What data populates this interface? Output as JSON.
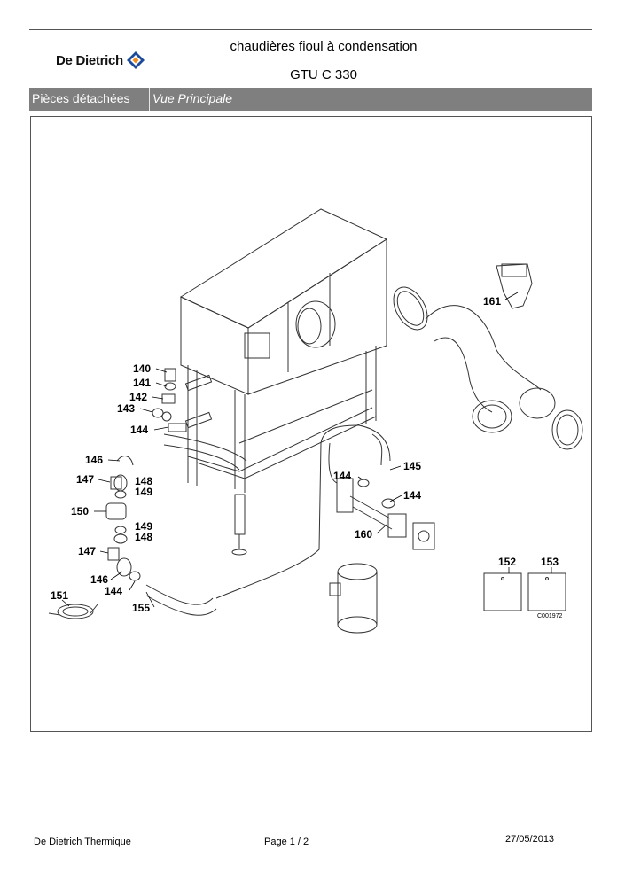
{
  "header": {
    "brand": "De Dietrich",
    "title_line1": "chaudières fioul à condensation",
    "title_line2": "GTU C 330"
  },
  "section": {
    "category": "Pièces détachées",
    "view": "Vue Principale"
  },
  "drawing": {
    "part_labels": [
      "140",
      "141",
      "142",
      "143",
      "144",
      "146",
      "147",
      "148",
      "149",
      "150",
      "149",
      "148",
      "147",
      "146",
      "144",
      "151",
      "155",
      "144",
      "145",
      "144",
      "160",
      "161",
      "152",
      "153"
    ],
    "reference": "C001972"
  },
  "footer": {
    "company": "De Dietrich Thermique",
    "page": "Page   1  /  2",
    "date": "27/05/2013"
  },
  "colors": {
    "section_bar": "#7f7f7f",
    "logo_blue": "#1d4b9b",
    "logo_orange": "#f28c1c"
  }
}
